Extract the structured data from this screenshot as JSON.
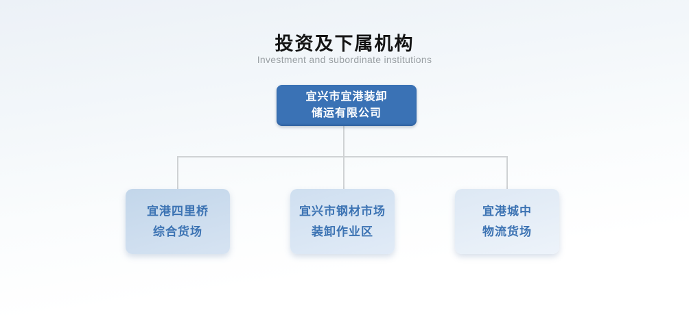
{
  "header": {
    "title": "投资及下属机构",
    "subtitle": "Investment and subordinate institutions"
  },
  "org": {
    "root": {
      "line1": "宜兴市宜港装卸",
      "line2": "储运有限公司"
    },
    "children": [
      {
        "line1": "宜港四里桥",
        "line2": "综合货场"
      },
      {
        "line1": "宜兴市钢材市场",
        "line2": "装卸作业区"
      },
      {
        "line1": "宜港城中",
        "line2": "物流货场"
      }
    ]
  },
  "colors": {
    "bg_top": "#ecf1f7",
    "bg_bottom": "#ffffff",
    "title_text": "#141414",
    "subtitle_text": "#9aa0a4",
    "line": "#cfd2d4",
    "root_fill": "#3a72b5",
    "root_text": "#ffffff",
    "child_text": "#3c73b3",
    "child1_fill_a": "#c2d6ea",
    "child1_fill_b": "#d6e3f2",
    "child2_fill_a": "#cfdff0",
    "child2_fill_b": "#e1ebf7",
    "child3_fill_a": "#dde8f4",
    "child3_fill_b": "#edf3fa"
  }
}
